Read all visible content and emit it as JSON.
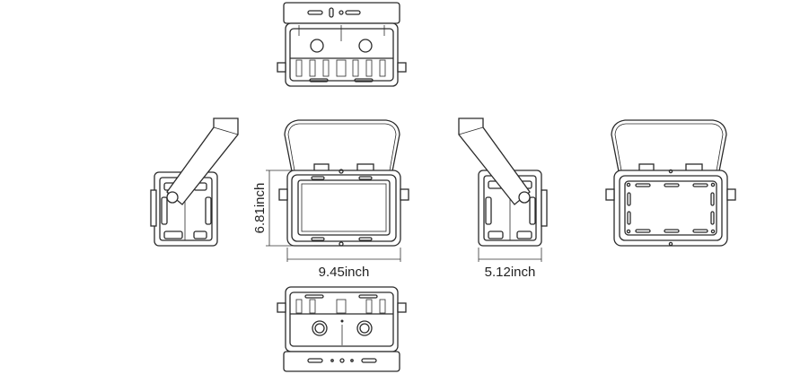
{
  "dimensions": {
    "height_label": "6.81inch",
    "width_label": "9.45inch",
    "depth_label": "5.12inch"
  }
}
